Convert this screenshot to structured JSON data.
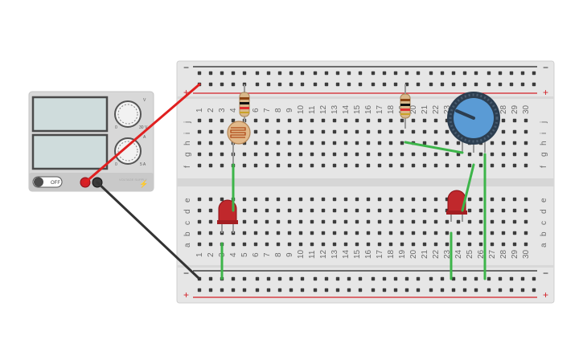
{
  "power_supply": {
    "switch_label": "OFF",
    "voltage_symbol": "V",
    "current_symbol": "A",
    "voltage_knob_min": "0",
    "voltage_knob_max": "30 V",
    "current_knob_min": "0",
    "current_knob_max": "5 A",
    "brand_text": "VOLTAGE SUPPLY",
    "colors": {
      "body": "#d9d9d9",
      "display": "#cfdcdc",
      "positive": "#d32027",
      "negative": "#3a3a3a"
    }
  },
  "breadboard": {
    "columns": [
      "1",
      "2",
      "3",
      "4",
      "5",
      "6",
      "7",
      "8",
      "9",
      "10",
      "11",
      "12",
      "13",
      "14",
      "15",
      "16",
      "17",
      "18",
      "19",
      "20",
      "21",
      "22",
      "23",
      "24",
      "25",
      "26",
      "27",
      "28",
      "29",
      "30"
    ],
    "top_rows": [
      "j",
      "i",
      "h",
      "g",
      "f"
    ],
    "bottom_rows": [
      "e",
      "d",
      "c",
      "b",
      "a"
    ],
    "rail_minus": "−",
    "rail_plus": "+",
    "colors": {
      "board": "#e6e6e6",
      "hole": "#3c3c3c",
      "rail_red": "#d32027",
      "rail_black": "#222222"
    }
  },
  "components": {
    "photoresistor": "photoresistor",
    "resistor_1": "resistor",
    "resistor_2": "resistor",
    "potentiometer": "potentiometer",
    "led_1": "red-led",
    "led_2": "red-led"
  },
  "wire_colors": {
    "red": "#e02020",
    "black": "#333333",
    "green": "#3db54a"
  }
}
